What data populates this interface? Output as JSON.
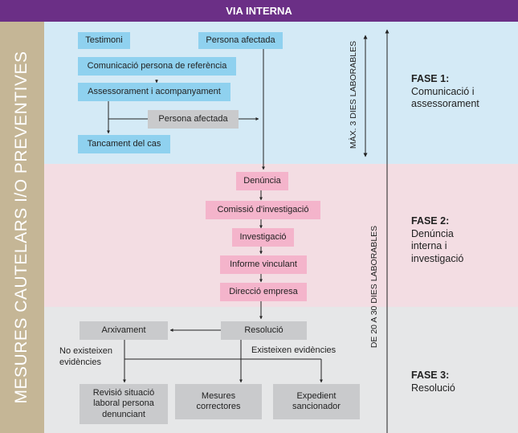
{
  "header": {
    "title": "VIA INTERNA"
  },
  "sidebar": {
    "label": "MESURES CAUTELARS I/O PREVENTIVES"
  },
  "phase1": {
    "title": "FASE 1:",
    "description": "Comunicació i assessorament",
    "boxes": {
      "testimoni": "Testimoni",
      "persona_afectada_top": "Persona afectada",
      "comunicacio": "Comunicació persona de referència",
      "assessorament": "Assessorament i acompanyament",
      "persona_afectada_grey": "Persona afectada",
      "tancament": "Tancament del cas"
    },
    "timeline_label": "MÀX. 3 DIES LABORABLES"
  },
  "phase2": {
    "title": "FASE 2:",
    "description": "Denúncia interna i investigació",
    "boxes": {
      "denuncia": "Denúncia",
      "comissio": "Comissió d'investigació",
      "investigacio": "Investigació",
      "informe": "Informe vinculant",
      "direccio": "Direcció empresa"
    },
    "timeline_label": "DE 20 A 30 DIES LABORABLES"
  },
  "phase3": {
    "title": "FASE 3:",
    "description": "Resolució",
    "boxes": {
      "arxivament": "Arxivament",
      "resolucio": "Resolució",
      "revisio": "Revisió situació laboral persona denunciant",
      "mesures": "Mesures correctores",
      "expedient": "Expedient sancionador"
    },
    "labels": {
      "no_evidencies": "No existeixen evidències",
      "evidencies": "Existeixen evidències"
    }
  },
  "colors": {
    "header": "#6b2f86",
    "sidebar": "#c5b696",
    "band1": "#d4eaf6",
    "band2": "#f3dde3",
    "band3": "#e6e7e8",
    "box_blue": "#8fd1ef",
    "box_pink": "#f4b4cb",
    "box_grey": "#c9cacc"
  }
}
